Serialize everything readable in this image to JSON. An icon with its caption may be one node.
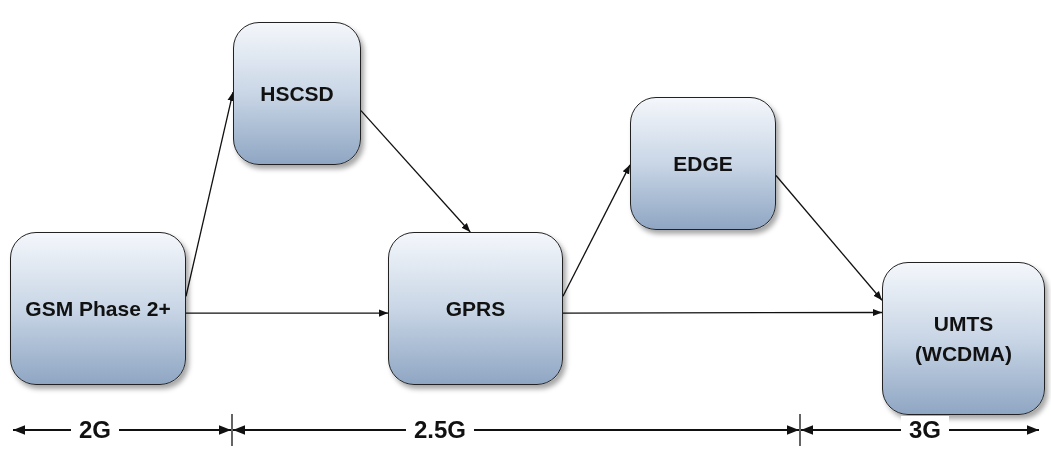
{
  "diagram": {
    "nodes": [
      {
        "text": [
          "GSM Phase 2+"
        ]
      },
      {
        "text": [
          "HSCSD"
        ]
      },
      {
        "text": [
          "GPRS"
        ]
      },
      {
        "text": [
          "EDGE"
        ]
      },
      {
        "text": [
          "UMTS (WCDMA)"
        ]
      }
    ],
    "edges": [
      {
        "from": 0,
        "to": 1,
        "arrow": "to"
      },
      {
        "from": 0,
        "to": 2,
        "arrow": "to"
      },
      {
        "from": 1,
        "to": 2,
        "arrow": "to"
      },
      {
        "from": 2,
        "to": 3,
        "arrow": "to"
      },
      {
        "from": 2,
        "to": 4,
        "arrow": "to"
      },
      {
        "from": 3,
        "to": 4,
        "arrow": "to"
      }
    ],
    "labels": [
      "2G",
      "2.5G",
      "3G"
    ]
  }
}
